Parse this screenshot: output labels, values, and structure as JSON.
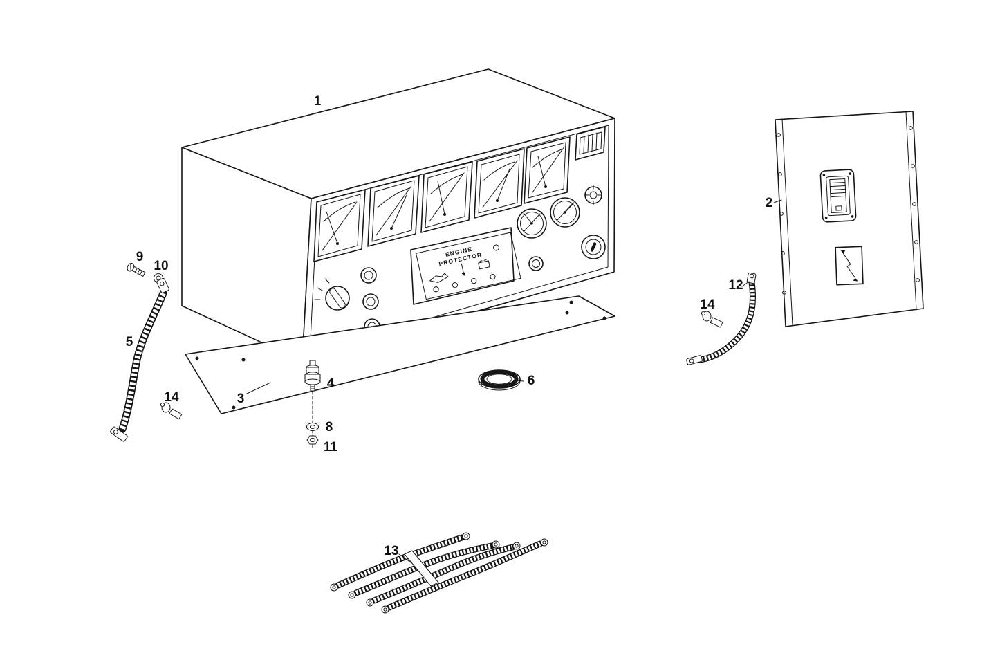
{
  "diagram": {
    "type": "exploded-parts-diagram",
    "ink_color": "#161616",
    "background_color": "#ffffff",
    "callouts": {
      "p1": "1",
      "p2": "2",
      "p3": "3",
      "p4": "4",
      "p5": "5",
      "p6": "6",
      "p8": "8",
      "p9": "9",
      "p10": "10",
      "p11": "11",
      "p12": "12",
      "p13": "13",
      "p14_left": "14",
      "p14_right": "14"
    },
    "console_panel": {
      "label_line1": "ENGINE",
      "label_line2": "PROTECTOR"
    }
  }
}
